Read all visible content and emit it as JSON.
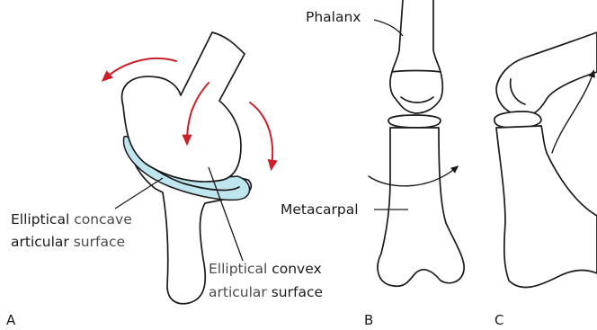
{
  "figure": {
    "panels": {
      "a": "A",
      "b": "B",
      "c": "C"
    },
    "labels": {
      "concave_line1_dark": "Elliptical",
      "concave_line1_light": "concave",
      "concave_line2_dark": "articular",
      "concave_line2_light": "surface",
      "convex_line1_light": "Elliptical",
      "convex_line1_dark": "convex",
      "convex_line2_light": "articular",
      "convex_line2_dark": "surface",
      "phalanx": "Phalanx",
      "metacarpal": "Metacarpal"
    },
    "colors": {
      "motion_arrows_a": "#cc1f2a",
      "articular_surface": "#bfe5ef",
      "outline": "#1a1a1a"
    }
  }
}
